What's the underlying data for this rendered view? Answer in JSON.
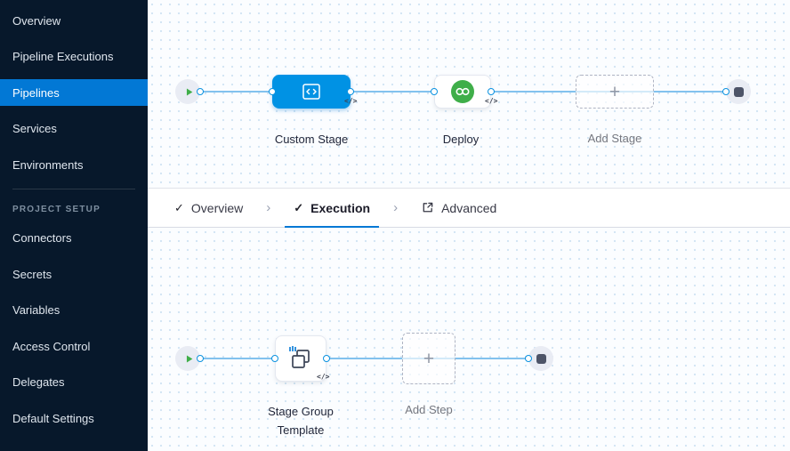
{
  "sidebar": {
    "items_top": [
      {
        "label": "Overview"
      },
      {
        "label": "Pipeline Executions"
      },
      {
        "label": "Pipelines"
      },
      {
        "label": "Services"
      },
      {
        "label": "Environments"
      }
    ],
    "section_label": "PROJECT SETUP",
    "items_setup": [
      "Connectors",
      "Secrets",
      "Variables",
      "Access Control",
      "Delegates",
      "Default Settings"
    ]
  },
  "stage_canvas": {
    "custom_stage_label": "Custom Stage",
    "deploy_label": "Deploy",
    "add_stage_label": "Add Stage",
    "plus": "+"
  },
  "execution_canvas": {
    "stage_group_label_line1": "Stage Group",
    "stage_group_label_line2": "Template",
    "add_step_label": "Add Step",
    "plus": "+"
  },
  "tabs": {
    "check": "✓",
    "separator": "›",
    "overview": "Overview",
    "execution": "Execution",
    "advanced": "Advanced"
  },
  "badges": {
    "code": "</>"
  },
  "colors": {
    "primary_blue": "#0278d5",
    "stage_node_blue": "#0092e4",
    "deploy_green": "#3fae49",
    "edge_blue": "#82c2ee",
    "sidebar_bg": "#07182b"
  }
}
